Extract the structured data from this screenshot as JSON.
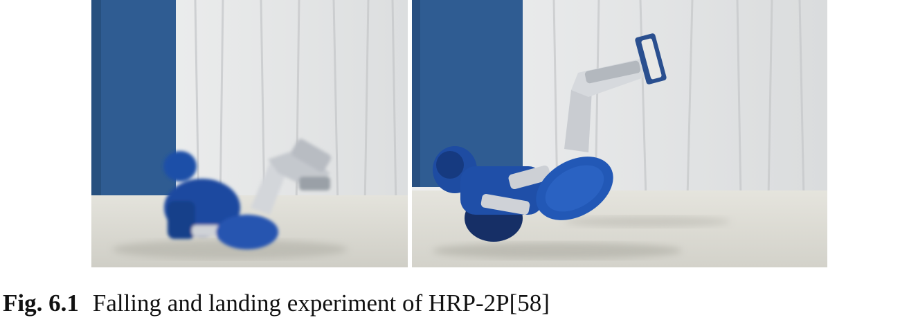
{
  "figure": {
    "label": "Fig. 6.1",
    "caption": "Falling and landing experiment of HRP-2P[58]",
    "panels": [
      {
        "id": "left",
        "depicts": "robot falling backward"
      },
      {
        "id": "right",
        "depicts": "robot landed on its back with legs raised"
      }
    ]
  },
  "colors": {
    "robot_blue": "#1f4fa8",
    "robot_gray": "#c9ccd1",
    "backdrop_blue": "#2f5c92",
    "curtain": "#e6e6e6",
    "floor": "#d8d7cf"
  }
}
